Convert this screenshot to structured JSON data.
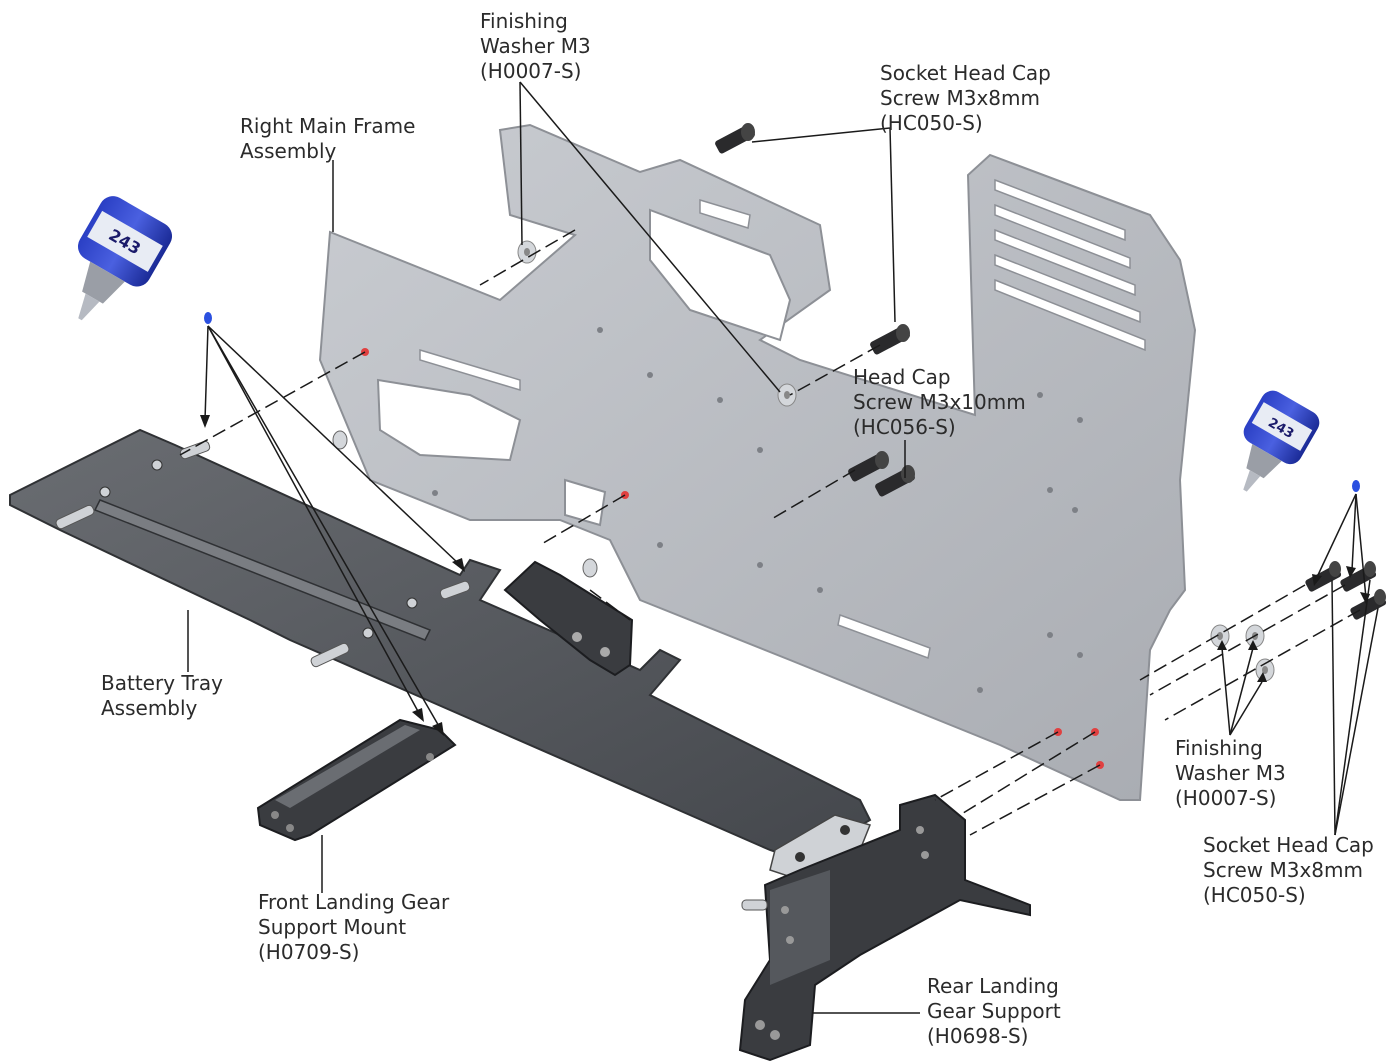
{
  "diagram": {
    "labels": {
      "finishing_washer_top": [
        "Finishing",
        "Washer M3",
        "(H0007-S)"
      ],
      "socket_head_top": [
        "Socket Head Cap",
        "Screw M3x8mm",
        "(HC050-S)"
      ],
      "right_main_frame": [
        "Right Main Frame",
        "Assembly"
      ],
      "head_cap_screw": [
        "Head Cap",
        "Screw M3x10mm",
        "(HC056-S)"
      ],
      "battery_tray": [
        "Battery Tray",
        "Assembly"
      ],
      "finishing_washer_right": [
        "Finishing",
        "Washer M3",
        "(H0007-S)"
      ],
      "socket_head_right": [
        "Socket Head Cap",
        "Screw M3x8mm",
        "(HC050-S)"
      ],
      "front_landing_gear": [
        "Front Landing Gear",
        "Support Mount",
        "(H0709-S)"
      ],
      "rear_landing_gear": [
        "Rear Landing",
        "Gear Support",
        "(H0698-S)"
      ]
    },
    "threadlocker_label": "243",
    "colors": {
      "frame": "#b9bcc2",
      "frame_edge": "#8d9096",
      "tray": "#55585d",
      "tray_edge": "#2f3134",
      "dark_part": "#3a3c40",
      "bottle_blue": "#1d2fa8",
      "screw": "#2a2a2c",
      "leader": "#1a1a1a",
      "drop": "#2b50e0",
      "hole_red": "#e04040"
    }
  }
}
